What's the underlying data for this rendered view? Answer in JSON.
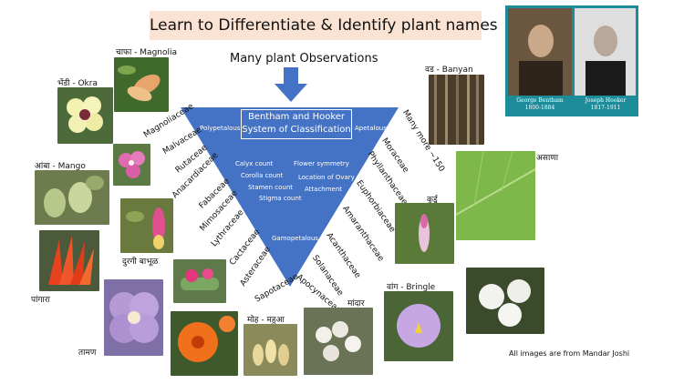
{
  "title": "Learn to Differentiate & Identify plant names",
  "subtitle": "Many plant Observations",
  "triangle": {
    "box_line1": "Bentham and Hooker",
    "box_line2": "System of Classification",
    "left_corner": "Polypetalous",
    "right_corner": "Apetalous",
    "bottom": "Gamopetalous",
    "left_criteria": [
      "Calyx count",
      "Corolla count",
      "Stamen count",
      "Stigma count"
    ],
    "right_criteria": [
      "Flower symmetry",
      "Location of Ovary",
      "Attachment"
    ]
  },
  "left_families": [
    "Magnoliaceae",
    "Malvaceae",
    "Rutaceae",
    "Anacardiaceae",
    "Fabaceae",
    "Mimosaceae",
    "Lythraceae",
    "Cactaceae",
    "Asteraceae",
    "Sapotaceae"
  ],
  "right_families": [
    "Many more ~150",
    "Moraceae",
    "Phyllanthaceae",
    "Euphorbiaceae",
    "Amaranthaceae",
    "Acanthaceae",
    "Solanaceae",
    "Apocynaceae"
  ],
  "photos": {
    "magnolia": "चाफा - Magnolia",
    "okra": "भेंडी  - Okra",
    "mango": "आंबा - Mango",
    "pangara": "पांगारा",
    "durgi": "दुरगी बाभूळ",
    "tamhan": "तामण",
    "moha": "मोह - महुआ",
    "madar": "मांदार",
    "vang": "वांग - Bringle",
    "banyan": "वड - Banyan",
    "asana": "असाणा",
    "kurdu": "कुर्डू"
  },
  "portraits": {
    "left_name": "George Bentham",
    "left_years": "1800-1884",
    "right_name": "Joseph Hooker",
    "right_years": "1817-1911"
  },
  "credit": "All images are from  Mandar Joshi",
  "colors": {
    "triangle": "#4472c4",
    "title_bg": "#fbe3d4",
    "portrait_bg": "#1c8c9a"
  }
}
